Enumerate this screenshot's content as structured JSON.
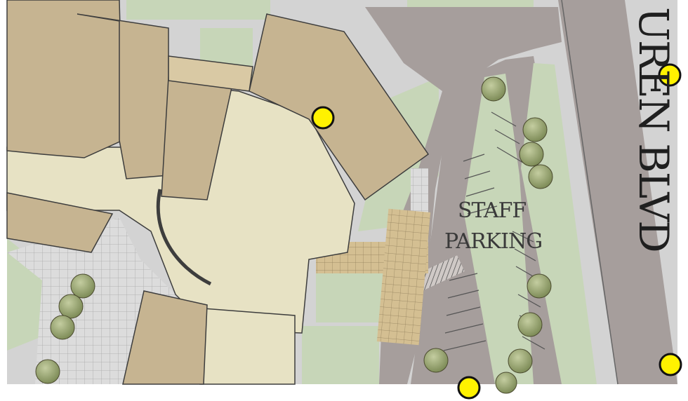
{
  "labels": {
    "staff": "STAFF",
    "parking": "PARKING",
    "street": "UREN BLVD"
  },
  "colors": {
    "building_tan": "#c6b491",
    "building_light": "#e7e2c4",
    "lawn": "#c7d6b8",
    "pavement": "#a69e9c",
    "walkway": "#d8d8d8",
    "paver": "#cbb78c",
    "marker": "#fff200",
    "tree": "#9aa774"
  },
  "markers": [
    {
      "name": "marker-building-north"
    },
    {
      "name": "marker-top-right"
    },
    {
      "name": "marker-bottom-right"
    },
    {
      "name": "marker-bottom-center"
    }
  ]
}
